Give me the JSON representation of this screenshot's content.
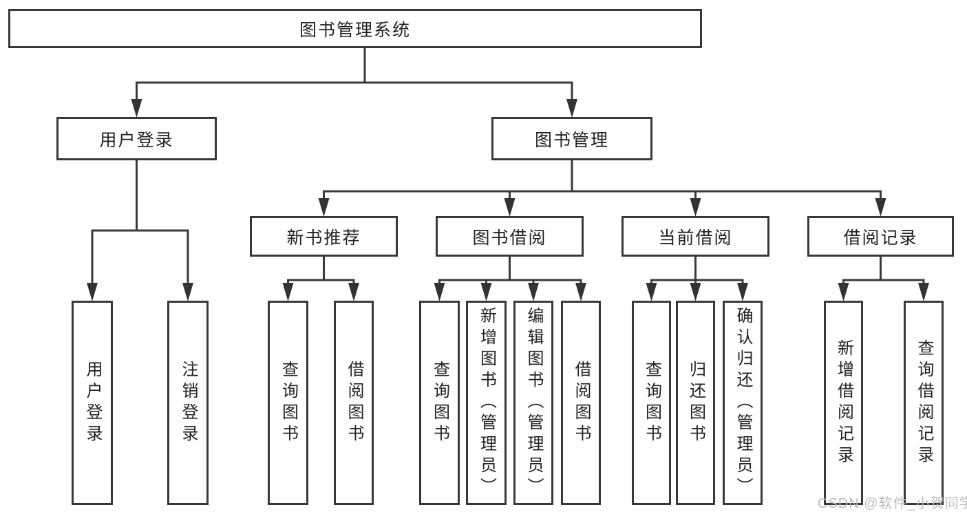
{
  "diagram": {
    "watermark": "CSDN @软件_小贺同学",
    "root": {
      "id": "root",
      "label": "图书管理系统",
      "children": [
        {
          "id": "user-login",
          "label": "用户登录",
          "children": [
            {
              "id": "leaf-user-login",
              "label": "用户登录"
            },
            {
              "id": "leaf-logout",
              "label": "注销登录"
            }
          ]
        },
        {
          "id": "book-mgmt",
          "label": "图书管理",
          "children": [
            {
              "id": "new-book-rec",
              "label": "新书推荐",
              "children": [
                {
                  "id": "nbr-query",
                  "label": "查询图书"
                },
                {
                  "id": "nbr-borrow",
                  "label": "借阅图书"
                }
              ]
            },
            {
              "id": "book-borrow",
              "label": "图书借阅",
              "children": [
                {
                  "id": "bb-query",
                  "label": "查询图书"
                },
                {
                  "id": "bb-add",
                  "label": "新增图书（管理员）"
                },
                {
                  "id": "bb-edit",
                  "label": "编辑图书（管理员）"
                },
                {
                  "id": "bb-borrow",
                  "label": "借阅图书"
                }
              ]
            },
            {
              "id": "current-borrow",
              "label": "当前借阅",
              "children": [
                {
                  "id": "cb-query",
                  "label": "查询图书"
                },
                {
                  "id": "cb-return",
                  "label": "归还图书"
                },
                {
                  "id": "cb-confirm",
                  "label": "确认归还（管理员）"
                }
              ]
            },
            {
              "id": "borrow-records",
              "label": "借阅记录",
              "children": [
                {
                  "id": "br-add",
                  "label": "新增借阅记录"
                },
                {
                  "id": "br-query",
                  "label": "查询借阅记录"
                }
              ]
            }
          ]
        }
      ]
    },
    "colors": {
      "line": "#3a3a3a",
      "border": "#383838",
      "text": "#222222",
      "watermark": "#bdbdbd"
    }
  }
}
